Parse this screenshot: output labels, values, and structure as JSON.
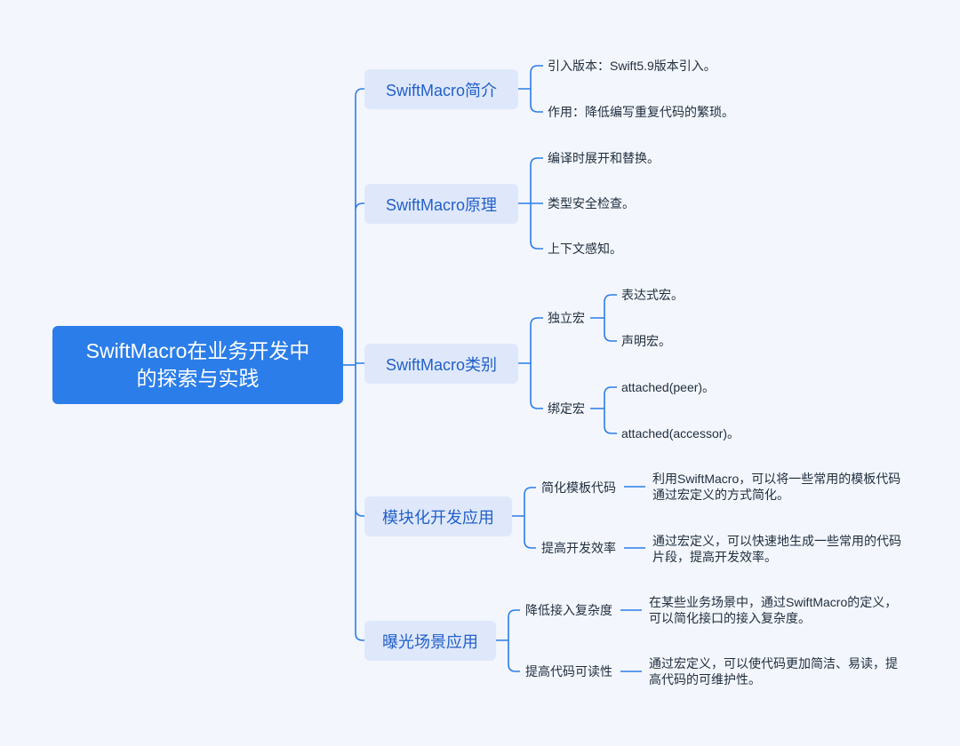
{
  "root": {
    "line1": "SwiftMacro在业务开发中",
    "line2": "的探索与实践"
  },
  "branches": [
    {
      "label": "SwiftMacro简介",
      "items": [
        "引入版本：Swift5.9版本引入。",
        "作用：降低编写重复代码的繁琐。"
      ]
    },
    {
      "label": "SwiftMacro原理",
      "items": [
        "编译时展开和替换。",
        "类型安全检查。",
        "上下文感知。"
      ]
    },
    {
      "label": "SwiftMacro类别",
      "groups": [
        {
          "label": "独立宏",
          "items": [
            "表达式宏。",
            "声明宏。"
          ]
        },
        {
          "label": "绑定宏",
          "items": [
            "attached(peer)。",
            "attached(accessor)。"
          ]
        }
      ]
    },
    {
      "label": "模块化开发应用",
      "groups": [
        {
          "label": "简化模板代码",
          "detail": "利用SwiftMacro，可以将一些常用的模板代码通过宏定义的方式简化。"
        },
        {
          "label": "提高开发效率",
          "detail": "通过宏定义，可以快速地生成一些常用的代码片段，提高开发效率。"
        }
      ]
    },
    {
      "label": "曝光场景应用",
      "groups": [
        {
          "label": "降低接入复杂度",
          "detail": "在某些业务场景中，通过SwiftMacro的定义，可以简化接口的接入复杂度。"
        },
        {
          "label": "提高代码可读性",
          "detail": "通过宏定义，可以使代码更加简洁、易读，提高代码的可维护性。"
        }
      ]
    }
  ],
  "colors": {
    "line": "#2b7de9",
    "root_bg": "#2b7de9",
    "branch_bg": "#dfe8fb",
    "branch_text": "#2260c8",
    "background": "#f3f6fc"
  }
}
